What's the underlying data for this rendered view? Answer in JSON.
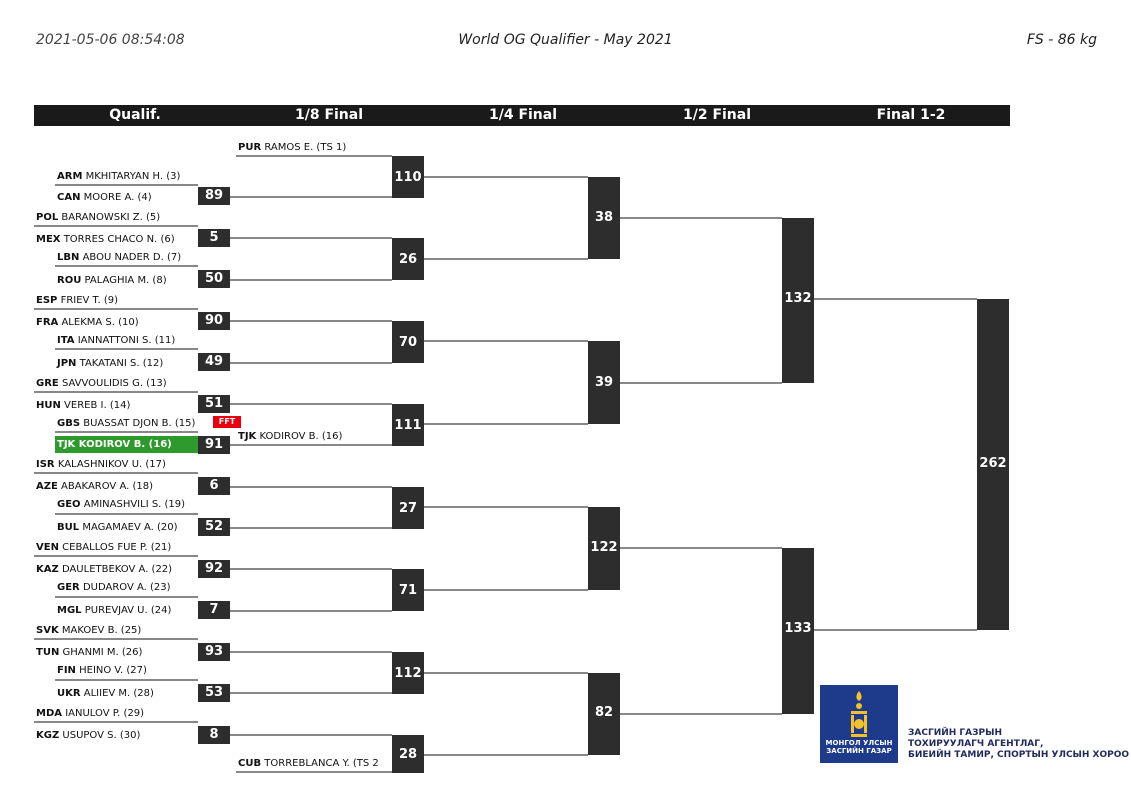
{
  "header": {
    "timestamp": "2021-05-06 08:54:08",
    "event": "World OG Qualifier - May 2021",
    "category": "FS - 86 kg"
  },
  "columns": [
    "Qualif.",
    "1/8 Final",
    "1/4 Final",
    "1/2 Final",
    "Final 1-2"
  ],
  "wrestlers": [
    {
      "n": "PUR",
      "name": "RAMOS E. (TS 1)"
    },
    {
      "n": "ARM",
      "name": "MKHITARYAN H. (3)"
    },
    {
      "n": "CAN",
      "name": "MOORE A. (4)"
    },
    {
      "n": "POL",
      "name": "BARANOWSKI Z. (5)"
    },
    {
      "n": "MEX",
      "name": "TORRES CHACO N. (6)"
    },
    {
      "n": "LBN",
      "name": "ABOU NADER D. (7)"
    },
    {
      "n": "ROU",
      "name": "PALAGHIA M. (8)"
    },
    {
      "n": "ESP",
      "name": "FRIEV T. (9)"
    },
    {
      "n": "FRA",
      "name": "ALEKMA S. (10)"
    },
    {
      "n": "ITA",
      "name": "IANNATTONI S. (11)"
    },
    {
      "n": "JPN",
      "name": "TAKATANI S. (12)"
    },
    {
      "n": "GRE",
      "name": "SAVVOULIDIS G. (13)"
    },
    {
      "n": "HUN",
      "name": "VEREB I. (14)"
    },
    {
      "n": "GBS",
      "name": "BUASSAT DJON B. (15)"
    },
    {
      "n": "TJK",
      "name": "KODIROV B. (16)"
    },
    {
      "n": "ISR",
      "name": "KALASHNIKOV U. (17)"
    },
    {
      "n": "AZE",
      "name": "ABAKAROV A. (18)"
    },
    {
      "n": "GEO",
      "name": "AMINASHVILI S. (19)"
    },
    {
      "n": "BUL",
      "name": "MAGAMAEV A. (20)"
    },
    {
      "n": "VEN",
      "name": "CEBALLOS FUE P. (21)"
    },
    {
      "n": "KAZ",
      "name": "DAULETBEKOV A. (22)"
    },
    {
      "n": "GER",
      "name": "DUDAROV A. (23)"
    },
    {
      "n": "MGL",
      "name": "PUREVJAV U. (24)"
    },
    {
      "n": "SVK",
      "name": "MAKOEV B. (25)"
    },
    {
      "n": "TUN",
      "name": "GHANMI M. (26)"
    },
    {
      "n": "FIN",
      "name": "HEINO V. (27)"
    },
    {
      "n": "UKR",
      "name": "ALIIEV M. (28)"
    },
    {
      "n": "MDA",
      "name": "IANULOV P. (29)"
    },
    {
      "n": "KGZ",
      "name": "USUPOV S. (30)"
    },
    {
      "n": "CUB",
      "name": "TORREBLANCA Y. (TS 2"
    },
    {
      "n": "TJK",
      "name": "KODIROV B. (16)"
    }
  ],
  "highlight": {
    "n": "TJK",
    "name": "KODIROV B. (16)"
  },
  "fft_label": "FFT",
  "bouts": {
    "q": [
      "89",
      "5",
      "50",
      "90",
      "49",
      "51",
      "91",
      "6",
      "52",
      "92",
      "7",
      "93",
      "53",
      "8"
    ],
    "r16": [
      "110",
      "26",
      "70",
      "111",
      "27",
      "71",
      "112",
      "28"
    ],
    "qf": [
      "38",
      "39",
      "122",
      "82"
    ],
    "sf": [
      "132",
      "133"
    ],
    "f": [
      "262"
    ]
  },
  "branding": {
    "logo_caption": "МОНГОЛ УЛСЫН\nЗАСГИЙН ГАЗАР",
    "org_name": "ЗАСГИЙН ГАЗРЫН\nТОХИРУУЛАГЧ АГЕНТЛАГ,\nБИЕИЙН ТАМИР, СПОРТЫН УЛСЫН ХОРОО"
  },
  "colors": {
    "box": "#2d2d2d",
    "highlight": "#2e9a2e",
    "fft": "#e8000f",
    "header_bar": "#1a1a1a",
    "logo": "#1e3a8a"
  }
}
